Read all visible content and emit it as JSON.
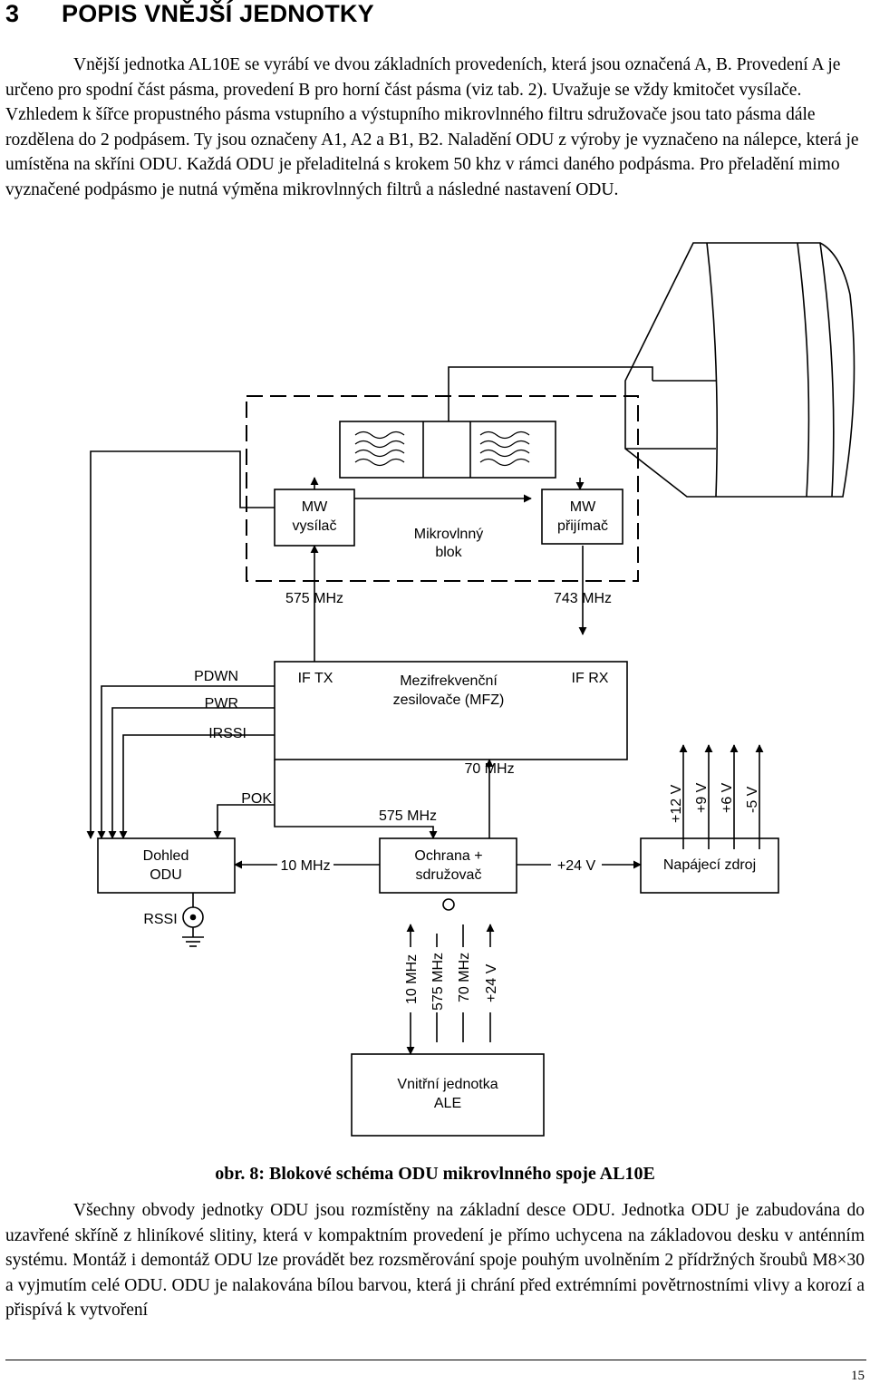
{
  "heading": {
    "number": "3",
    "title": "POPIS VNĚJŠÍ JEDNOTKY"
  },
  "intro_paragraph": "Vnější jednotka AL10E se vyrábí ve dvou základních provedeních, která jsou označená A, B. Provedení A je určeno pro spodní část pásma, provedení B pro horní část pásma (viz tab. 2). Uvažuje se vždy kmitočet vysílače. Vzhledem k šířce propustného pásma vstupního a výstupního mikrovlnného filtru sdružovače jsou tato pásma dále rozdělena do 2 podpásem. Ty jsou označeny A1, A2 a B1, B2. Naladění ODU z výroby je vyznačeno na nálepce, která je umístěna na skříni ODU. Každá ODU je přeladitelná s krokem 50 khz v rámci daného podpásma. Pro přeladění mimo vyznačené podpásmo je nutná výměna mikrovlnných filtrů a následné nastavení ODU.",
  "diagram": {
    "mw_tx": [
      "MW",
      "vysílač"
    ],
    "mw_block": [
      "Mikrovlnný",
      "blok"
    ],
    "mw_rx": [
      "MW",
      "přijímač"
    ],
    "freq_575_top": "575 MHz",
    "freq_743": "743 MHz",
    "pdwn": "PDWN",
    "pwr": "PWR",
    "irssi": "IRSSI",
    "if_tx": "IF TX",
    "mfz": [
      "Mezifrekvenční",
      "zesilovače (MFZ)"
    ],
    "if_rx": "IF RX",
    "pok": "POK",
    "freq_70": "70 MHz",
    "freq_575_mid": "575 MHz",
    "v12": "+12 V",
    "v9": "+9 V",
    "v6": "+6 V",
    "v5": "-5 V",
    "dohled": [
      "Dohled",
      "ODU"
    ],
    "freq_10": "10 MHz",
    "ochrana": [
      "Ochrana +",
      "sdružovač"
    ],
    "v24": "+24 V",
    "napajeci": "Napájecí zdroj",
    "rssi": "RSSI",
    "cable_labels": [
      "10 MHz",
      "575 MHz",
      "70 MHz",
      "+24 V"
    ],
    "vnitrni": [
      "Vnitřní jednotka",
      "ALE"
    ]
  },
  "caption": "obr. 8: Blokové schéma ODU mikrovlnného spoje AL10E",
  "second_paragraph": "Všechny obvody jednotky ODU jsou rozmístěny na základní desce ODU. Jednotka ODU je zabudována do uzavřené skříně z hliníkové slitiny, která v kompaktním provedení je přímo uchycena na základovou desku v anténním systému. Montáž i demontáž ODU lze provádět bez rozsměrování spoje pouhým uvolněním 2 přídržných šroubů M8×30 a vyjmutím celé ODU. ODU je nalakována bílou barvou, která ji chrání před extrémními povětrnostními vlivy a korozí a přispívá k vytvoření",
  "page_number": "15"
}
